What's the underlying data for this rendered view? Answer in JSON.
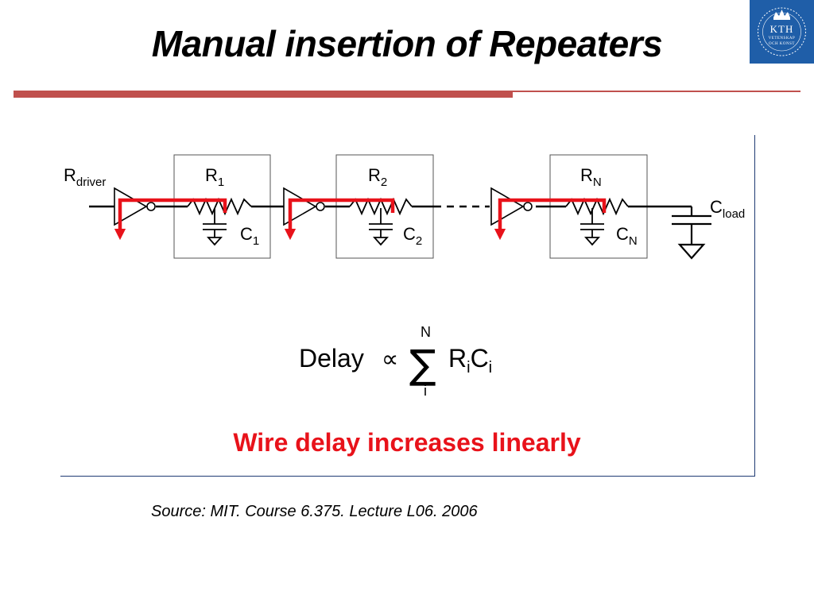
{
  "slide": {
    "title": "Manual insertion of Repeaters",
    "source_caption": "Source: MIT. Course 6.375. Lecture L06. 2006"
  },
  "logo": {
    "text": "KTH",
    "subtext_line1": "VETENSKAP",
    "subtext_line2": "OCH KONST",
    "color": "#1f5ea8"
  },
  "colors": {
    "accent_rule": "#c0504d",
    "delay_path": "#e8121a",
    "frame": "#1f3b73",
    "headline": "#e8121a"
  },
  "circuit": {
    "driver_label": "R",
    "driver_sub": "driver",
    "stages": [
      {
        "r_label": "R",
        "r_sub": "1",
        "c_label": "C",
        "c_sub": "1"
      },
      {
        "r_label": "R",
        "r_sub": "2",
        "c_label": "C",
        "c_sub": "2"
      },
      {
        "r_label": "R",
        "r_sub": "N",
        "c_label": "C",
        "c_sub": "N"
      }
    ],
    "load_label": "C",
    "load_sub": "load"
  },
  "formula": {
    "lhs": "Delay",
    "proportional_symbol": "∝",
    "sum_symbol": "∑",
    "upper_limit": "N",
    "lower_limit": "i",
    "term_r": "R",
    "term_r_sub": "i",
    "term_c": "C",
    "term_c_sub": "i"
  },
  "headline": "Wire delay increases linearly"
}
